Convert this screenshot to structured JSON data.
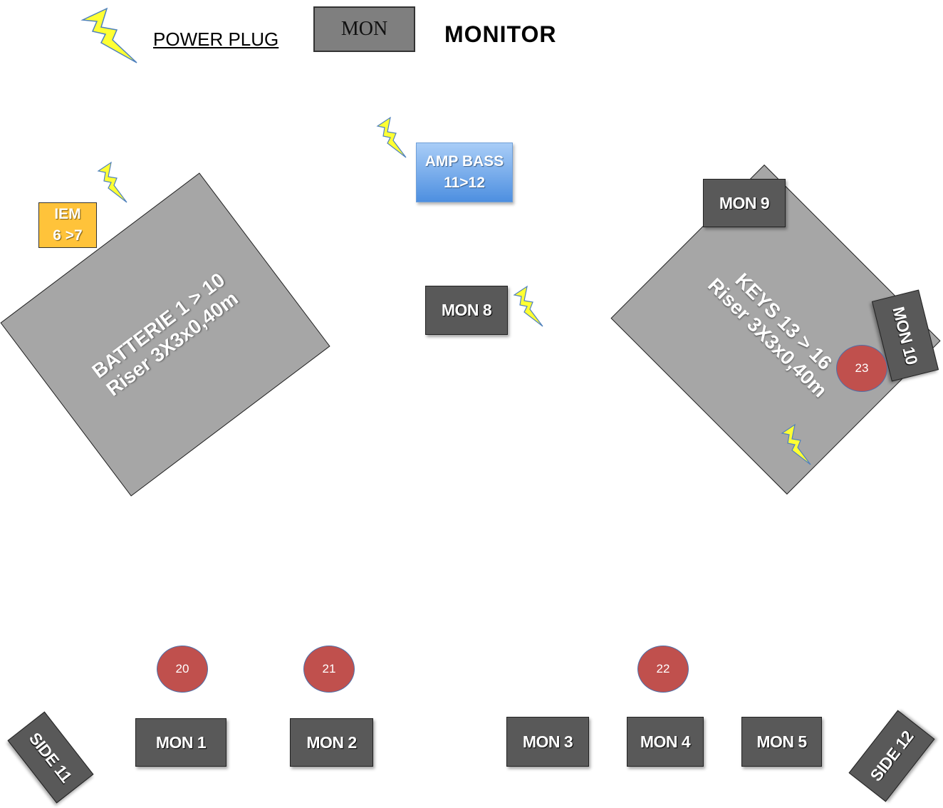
{
  "legend": {
    "power_label": "POWER PLUG",
    "monitor_box_label": "MON",
    "monitor_label": "MONITOR"
  },
  "risers": {
    "batterie": {
      "line1": "BATTERIE 1 > 10",
      "line2": "Riser 3X3x0,40m"
    },
    "keys": {
      "line1": "KEYS 13 > 16",
      "line2": "Riser 3X3x0,40m"
    }
  },
  "amp_bass": {
    "line1": "AMP BASS",
    "line2": "11>12"
  },
  "iem": {
    "line1": "IEM",
    "line2": "6 >7"
  },
  "monitors": {
    "mon1": "MON 1",
    "mon2": "MON 2",
    "mon3": "MON 3",
    "mon4": "MON 4",
    "mon5": "MON 5",
    "mon8": "MON 8",
    "mon9": "MON 9",
    "mon10": "MON 10",
    "side11": "SIDE 11",
    "side12": "SIDE 12"
  },
  "positions": {
    "p20": "20",
    "p21": "21",
    "p22": "22",
    "p23": "23"
  },
  "colors": {
    "riser": "#a6a6a6",
    "monitor": "#595959",
    "position_circle": "#c0504d",
    "iem": "#ffc33a",
    "amp_bass": "#4d8fe0",
    "power_bolt": "#ffff33"
  }
}
